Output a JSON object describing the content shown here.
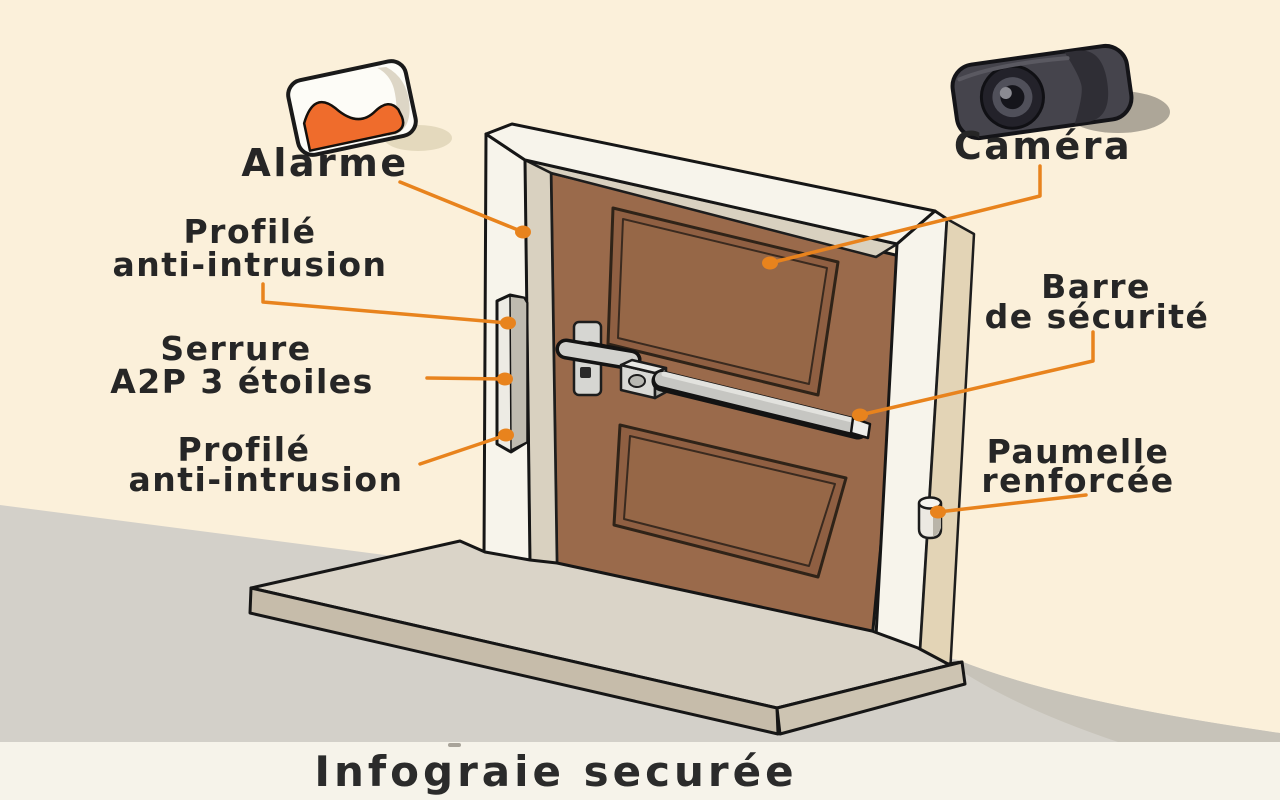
{
  "title": {
    "text": "Infograie securée"
  },
  "callouts": {
    "alarme": {
      "label": "Alarme"
    },
    "camera": {
      "label": "Caméra"
    },
    "profile_top": {
      "line1": "Profilé",
      "line2": "anti-intrusion"
    },
    "serrure": {
      "line1": "Serrure",
      "line2": "A2P 3 étoiles"
    },
    "profile_bottom": {
      "line1": "Profilé",
      "line2": "anti-intrusion"
    },
    "barre": {
      "line1": "Barre",
      "line2": "de sécurité"
    },
    "paumelle": {
      "line1": "Paumelle",
      "line2": "renforcée"
    }
  },
  "icons": {
    "alarm": "alarm-siren-box-icon",
    "camera": "security-camera-icon"
  },
  "colors": {
    "background": "#fbf0da",
    "footer_strip": "#f6f3ea",
    "floor": "#d3d0c9",
    "floor_shadow": "#c7c3b9",
    "step_top": "#dad4c8",
    "step_front": "#c6bcaa",
    "step_side": "#cdc4b2",
    "door": "#9a6a4b",
    "door_panel": "#8f5f42",
    "frame_white": "#f7f4eb",
    "frame_reveal": "#d9d1c0",
    "frame_side_tan": "#e3d4b6",
    "metal_light": "#edebe4",
    "metal_shade": "#bfbbb0",
    "handle_gray": "#cccCC8",
    "accent_orange": "#e8831d",
    "alarm_orange": "#ef6c2c",
    "camera_body": "#45444c",
    "label_text": "#262626",
    "title_text": "#2b2b2b"
  }
}
